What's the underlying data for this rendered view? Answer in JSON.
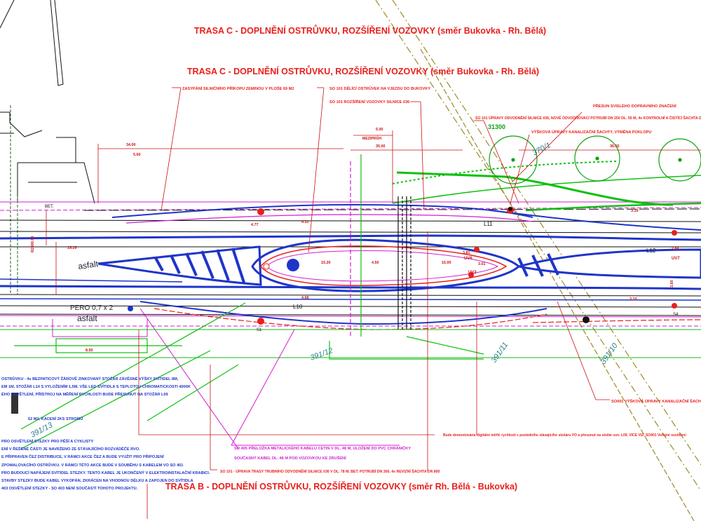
{
  "titles": {
    "top_1": "TRASA C - DOPLNĚNÍ OSTRŮVKU, ROZŠÍŘENÍ VOZOVKY (směr Bukovka - Rh. Bělá)",
    "top_2": "TRASA C - DOPLNĚNÍ OSTRŮVKU, ROZŠÍŘENÍ VOZOVKY (směr Bukovka - Rh. Bělá)",
    "bottom": "TRASA B - DOPLNĚNÍ OSTRŮVKU, ROZŠÍŘENÍ VOZOVKY (směr Rh. Bělá - Bukovka)"
  },
  "notes_top": {
    "zasypani": "ZASYPÁNÍ SILNIČNÍHO PŘÍKOPU ZEMINOU V PLOŠE 69 M2",
    "so101_ostruvek": "SO 101   DĚLÍCÍ OSTRŮVEK NA VJEZDU DO BUKOVKY",
    "so101_rozsireni": "SO 101   ROZŠÍŘENÍ VOZOVKY SILNICE I/36",
    "so101_upravy": "SO 101 ÚPRAVY ODVODNĚNÍ SILNICE I/36, NOVÉ ODVODŇOVACÍ POTRUBÍ DN 250 DL. 55 M, 4x KONTROLNÍ A ČISTÍCÍ ŠACHTA DN 315",
    "presun": "PŘESUN SVISLÉHO DOPRAVNÍHO ZNAČENÍ",
    "vyskova": "VÝŠKOVÁ ÚPRAVY KANALIZAČNÍ ŠACHTY, VÝMĚNA POKLOPU",
    "mezipruh": "MEZIPRŮH"
  },
  "notes_left": [
    "OSTRŮVKU - 4x BEZPATICOVÝ ŽÁROVĚ ZINKOVANÝ STOŽÁR ZÁVĚSNÉ VÝŠKY SVÍTIDEL 8M,",
    "EM 1M,  STOŽÁR L14 S VYLOŽENÍM 1,5M, VŠE LED SVÍTIDLA S TEPLOTOU CHROMATICKOSTI 4000K",
    "ÉHO OSVĚTLENÍ, PŘÍSTROJ NA MĚŘENÍ RYCHLOSTI BUDE PŘESUNUT NA STOŽÁR L09",
    "62 M2, KÁCENÍ 2KS STROMŮ",
    "PRO OSVĚTLENÍ STEZKY PRO PĚŠÍ A CYKLISTY",
    "ENÍ V ŘEŠENÉ ČÁSTI JE NAVRŽENO ZE STÁVAJÍCÍHO ROZVÁDĚČE RVO.",
    "E PŘIPRAVEN ČEZ DISTRIBUCE, V RÁMCI AKCE ČEZ A BUDE VYUŽIT PRO PŘIPOJENÍ",
    "ZPOMALOVACÍHO OSTRŮVKU. V RÁMCI TÉTO AKCE BUDE V SOUBĚHU S KABELEM VO SO 401",
    "PRO BUDOUCÍ NAPÁJENÍ SVÍTIDEL STEZKY. TENTO KABEL JE UKONČENÝ V ELEKTROINSTALAČNÍ KRABICI.",
    "STAVBY STEZKY BUDE KABEL VYKOPÁN, ZKRÁCEN NA VHODNOU DÉLKU A ZAPOJEN DO SVÍTIDLA",
    "403 OSVĚTLENÍ STEZKY - SO 403 NENÍ SOUČÁSTÍ TOHOTO PROJEKTU."
  ],
  "notes_bottom": {
    "so405_1": "SO 405 PŘELOŽKA METALICKÉHO KABELU CETIN V DL. 48 M, ULOŽENÍ DO PVC CHRÁNIČKY",
    "so405_2": "SOUČASNÝ KABEL DL. 48 M POD VOZOVKOU KE ZRUŠENÍ",
    "so101_trasa": "SO 101  -  ÚPRAVA TRASY TRUBNÍHO ODVODNĚNÍ SILNICE I/36 V DL. 78 M, BET. POTRUBÍ DN 300, 4x REVIZNÍ ŠACHTA DN 800",
    "demontovana": "Bude demontována digitální měřič rychlosti z posledního stávajícího stožáru VO a přesunut na stožár ozn. L09, VICE VIZ. SO401 Veřejné osvětlení",
    "so001": "SO001 VÝŠKOVÁ ÚPRAVY KANALIZAČNÍ ŠACHTY"
  },
  "chainage": {
    "c370_1": "370/1",
    "c391_13": "391/13",
    "c391_11": "391/11",
    "c391_10": "391/10",
    "c391_12": "391/12",
    "km": "31300"
  },
  "labels": {
    "asfalt_1": "asfalt",
    "asfalt_2": "asfalt",
    "pero": "PERO 0,7 x 2",
    "bet": "BET.",
    "l11": "L11",
    "l12": "L12",
    "l10": "L10",
    "uv6": "UV6",
    "uv2": "UV2",
    "uv7": "UV7",
    "s1": "S1",
    "s4": "S4"
  },
  "dims": {
    "d34": "34.00",
    "d500": "5.00",
    "d3500": "35.00",
    "d3655": "36.55",
    "d560": "5.60",
    "d1525": "15.25",
    "d1520": "15.20",
    "d1500": "15.00",
    "d477": "4.77",
    "d431": "4.31",
    "d450": "4.50",
    "d468": "4.68",
    "d381": "3.81",
    "d319": "3.19",
    "d310": "3.10",
    "d284": "2.84",
    "d2000": "R2000.00",
    "d850": "8.50",
    "d301": "3.01",
    "d360": "3.60"
  },
  "colors": {
    "red": "#e8201c",
    "blue": "#1f35c9",
    "magenta": "#d11fd1",
    "green": "#10c010",
    "darkgreen": "#1c6e1c",
    "olive": "#a08a2a",
    "teal": "#2a7f8a"
  }
}
